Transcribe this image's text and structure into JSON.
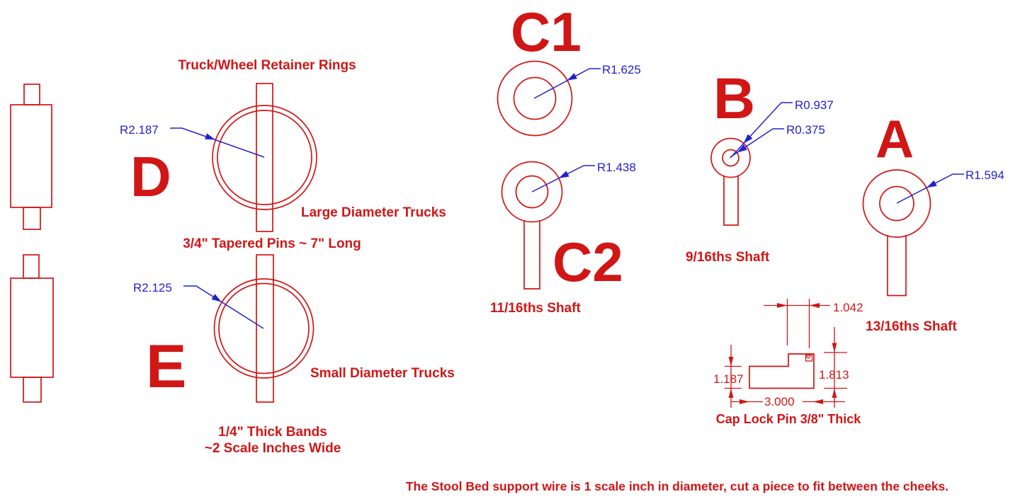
{
  "colors": {
    "drawing_red": "#d11616",
    "dimension_blue": "#2222cc",
    "background": "#ffffff"
  },
  "header": {
    "title": "Truck/Wheel Retainer Rings"
  },
  "parts": {
    "d": {
      "label": "D",
      "radius_dim": "R2.187",
      "caption": "Large Diameter Trucks"
    },
    "e": {
      "label": "E",
      "radius_dim": "R2.125",
      "caption": "Small Diameter Trucks"
    },
    "c1": {
      "label": "C1",
      "radius_dim": "R1.625"
    },
    "c2": {
      "label": "C2",
      "radius_dim": "R1.438",
      "shaft_caption": "11/16ths Shaft"
    },
    "b": {
      "label": "B",
      "outer_radius_dim": "R0.937",
      "inner_radius_dim": "R0.375",
      "shaft_caption": "9/16ths Shaft"
    },
    "a": {
      "label": "A",
      "radius_dim": "R1.594",
      "shaft_caption": "13/16ths Shaft"
    }
  },
  "notes": {
    "tapered_pins": "3/4\" Tapered Pins ~ 7\" Long",
    "thick_bands_line1": "1/4\" Thick Bands",
    "thick_bands_line2": "~2 Scale Inches Wide",
    "stool_bed": "The Stool Bed support wire is 1 scale inch in diameter, cut a piece to fit between the cheeks."
  },
  "cap_lock_pin": {
    "caption": "Cap Lock Pin 3/8\" Thick",
    "width_top_dim": "1.042",
    "height_left_dim": "1.187",
    "height_right_dim": "1.813",
    "width_bottom_dim": "3.000"
  }
}
